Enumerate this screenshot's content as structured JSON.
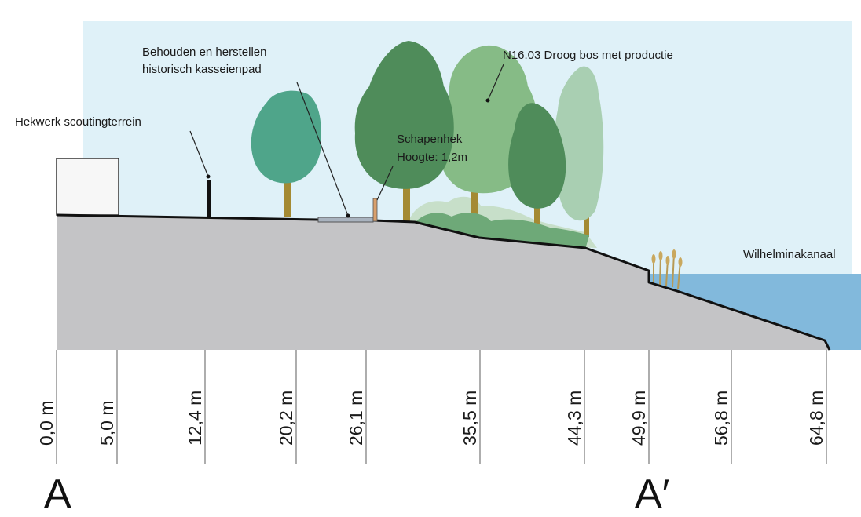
{
  "annotations": {
    "hekwerk": "Hekwerk scoutingterrein",
    "kasseienpad_line1": "Behouden en herstellen",
    "kasseienpad_line2": "historisch kasseienpad",
    "bos": "N16.03 Droog bos met productie",
    "schapenhek_line1": "Schapenhek",
    "schapenhek_line2": "Hoogte: 1,2m",
    "kanaal": "Wilhelminakanaal"
  },
  "section": {
    "start": "A",
    "end": "A′"
  },
  "ticks": [
    "0,0 m",
    "5,0 m",
    "12,4 m",
    "20,2 m",
    "26,1 m",
    "35,5 m",
    "44,3 m",
    "49,9 m",
    "56,8 m",
    "64,8 m"
  ],
  "colors": {
    "sky": "#dff1f8",
    "ground": "#c4c4c6",
    "water": "#82b9dc",
    "tree_teal": "#4fa58a",
    "tree_dark": "#4f8c5a",
    "tree_mid": "#86bb86",
    "tree_light": "#a9cfb2",
    "trunk": "#a48a33"
  }
}
